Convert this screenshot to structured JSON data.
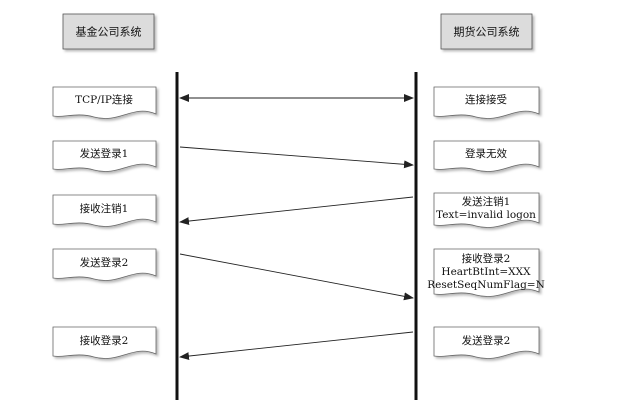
{
  "headers": {
    "left": "基金公司系统",
    "right": "期货公司系统"
  },
  "left_notes": [
    {
      "lines": [
        "TCP/IP连接"
      ]
    },
    {
      "lines": [
        "发送登录1"
      ]
    },
    {
      "lines": [
        "接收注销1"
      ]
    },
    {
      "lines": [
        "发送登录2"
      ]
    },
    {
      "lines": [
        "接收登录2"
      ]
    }
  ],
  "right_notes": [
    {
      "lines": [
        "连接接受"
      ]
    },
    {
      "lines": [
        "登录无效"
      ]
    },
    {
      "lines": [
        "发送注销1",
        "Text=invalid logon"
      ]
    },
    {
      "lines": [
        "接收登录2",
        "HeartBtInt=XXX",
        "ResetSeqNumFlag=N"
      ]
    },
    {
      "lines": [
        "发送登录2"
      ]
    }
  ],
  "messages": [
    {
      "from": "both",
      "to": "both"
    },
    {
      "from": "left",
      "to": "right"
    },
    {
      "from": "right",
      "to": "left"
    },
    {
      "from": "left",
      "to": "right"
    },
    {
      "from": "right",
      "to": "left"
    }
  ]
}
